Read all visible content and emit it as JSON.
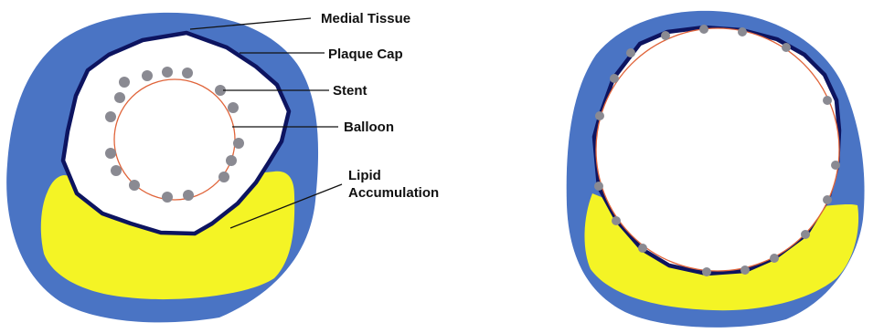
{
  "labels": {
    "medial_tissue": "Medial Tissue",
    "plaque_cap": "Plaque Cap",
    "stent": "Stent",
    "balloon": "Balloon",
    "lipid_line1": "Lipid",
    "lipid_line2": "Accumulation"
  },
  "colors": {
    "medial_tissue": "#4a74c4",
    "lipid_accumulation": "#f4f425",
    "plaque_cap": "#0d1460",
    "balloon": "#e0643a",
    "stent": "#8a8a92",
    "background": "#ffffff"
  },
  "panels": [
    {
      "state": "before-expansion"
    },
    {
      "state": "after-expansion"
    }
  ]
}
